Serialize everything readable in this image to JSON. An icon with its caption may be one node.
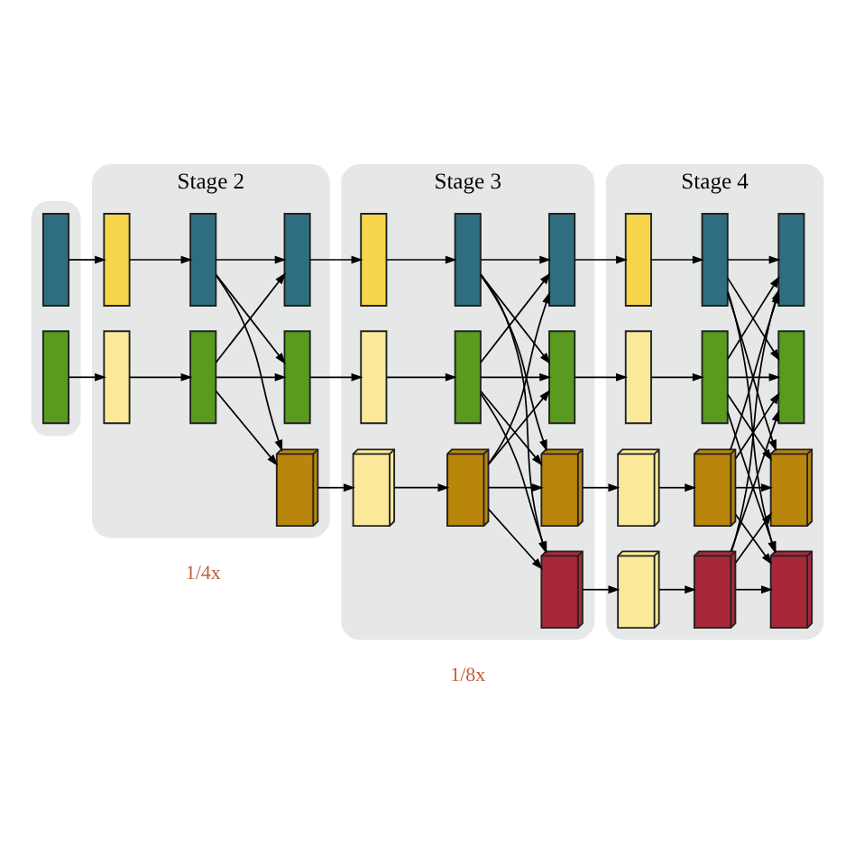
{
  "diagram": {
    "nodes": [
      {
        "text": [],
        "shape": "box"
      },
      {
        "text": [],
        "shape": "box",
        "in": 0
      },
      {
        "text": [],
        "shape": "box",
        "in": 0
      },
      {
        "text": [
          "Stage 2"
        ]
      },
      {
        "text": [],
        "shape": "box",
        "in": 3
      },
      {
        "text": [],
        "shape": "box",
        "in": 3
      },
      {
        "text": [],
        "shape": "box",
        "in": 3
      },
      {
        "text": [],
        "shape": "box",
        "in": 3
      },
      {
        "text": [],
        "shape": "box",
        "in": 3
      },
      {
        "text": [],
        "shape": "box",
        "in": 3
      },
      {
        "text": [],
        "shape": "cube",
        "in": 3
      },
      {
        "text": [
          "Stage 3"
        ]
      },
      {
        "text": [],
        "shape": "box",
        "in": 11
      },
      {
        "text": [],
        "shape": "box",
        "in": 11
      },
      {
        "text": [],
        "shape": "box",
        "in": 11
      },
      {
        "text": [],
        "shape": "box",
        "in": 11
      },
      {
        "text": [],
        "shape": "box",
        "in": 11
      },
      {
        "text": [],
        "shape": "box",
        "in": 11
      },
      {
        "text": [],
        "shape": "cube",
        "in": 11
      },
      {
        "text": [],
        "shape": "cube",
        "in": 11
      },
      {
        "text": [],
        "shape": "cube",
        "in": 11
      },
      {
        "text": [],
        "shape": "cube",
        "in": 11
      },
      {
        "text": [
          "Stage 4"
        ]
      },
      {
        "text": [],
        "shape": "box",
        "in": 22
      },
      {
        "text": [],
        "shape": "box",
        "in": 22
      },
      {
        "text": [],
        "shape": "box",
        "in": 22
      },
      {
        "text": [],
        "shape": "box",
        "in": 22
      },
      {
        "text": [],
        "shape": "box",
        "in": 22
      },
      {
        "text": [],
        "shape": "box",
        "in": 22
      },
      {
        "text": [],
        "shape": "cube",
        "in": 22
      },
      {
        "text": [],
        "shape": "cube",
        "in": 22
      },
      {
        "text": [],
        "shape": "cube",
        "in": 22
      },
      {
        "text": [],
        "shape": "cube",
        "in": 22
      },
      {
        "text": [],
        "shape": "cube",
        "in": 22
      },
      {
        "text": [],
        "shape": "cube",
        "in": 22
      }
    ],
    "edges": [
      {
        "from": 1,
        "to": 4,
        "arrow": "to"
      },
      {
        "from": 2,
        "to": 7,
        "arrow": "to"
      },
      {
        "from": 4,
        "to": 5,
        "arrow": "to"
      },
      {
        "from": 7,
        "to": 8,
        "arrow": "to"
      },
      {
        "from": 5,
        "to": 6,
        "arrow": "to"
      },
      {
        "from": 5,
        "to": 9,
        "arrow": "to"
      },
      {
        "from": 5,
        "to": 10,
        "arrow": "to"
      },
      {
        "from": 8,
        "to": 6,
        "arrow": "to"
      },
      {
        "from": 8,
        "to": 9,
        "arrow": "to"
      },
      {
        "from": 8,
        "to": 10,
        "arrow": "to"
      },
      {
        "from": 6,
        "to": 12,
        "arrow": "to"
      },
      {
        "from": 9,
        "to": 15,
        "arrow": "to"
      },
      {
        "from": 10,
        "to": 18,
        "arrow": "to"
      },
      {
        "from": 12,
        "to": 13,
        "arrow": "to"
      },
      {
        "from": 15,
        "to": 16,
        "arrow": "to"
      },
      {
        "from": 18,
        "to": 19,
        "arrow": "to"
      },
      {
        "from": 13,
        "to": 14,
        "arrow": "to"
      },
      {
        "from": 13,
        "to": 17,
        "arrow": "to"
      },
      {
        "from": 13,
        "to": 20,
        "arrow": "to"
      },
      {
        "from": 13,
        "to": 21,
        "arrow": "to"
      },
      {
        "from": 16,
        "to": 14,
        "arrow": "to"
      },
      {
        "from": 16,
        "to": 17,
        "arrow": "to"
      },
      {
        "from": 16,
        "to": 20,
        "arrow": "to"
      },
      {
        "from": 16,
        "to": 21,
        "arrow": "to"
      },
      {
        "from": 19,
        "to": 14,
        "arrow": "to"
      },
      {
        "from": 19,
        "to": 17,
        "arrow": "to"
      },
      {
        "from": 19,
        "to": 20,
        "arrow": "to"
      },
      {
        "from": 19,
        "to": 21,
        "arrow": "to"
      },
      {
        "from": 14,
        "to": 23,
        "arrow": "to"
      },
      {
        "from": 17,
        "to": 26,
        "arrow": "to"
      },
      {
        "from": 20,
        "to": 29,
        "arrow": "to"
      },
      {
        "from": 21,
        "to": 32,
        "arrow": "to"
      },
      {
        "from": 23,
        "to": 24,
        "arrow": "to"
      },
      {
        "from": 26,
        "to": 27,
        "arrow": "to"
      },
      {
        "from": 29,
        "to": 30,
        "arrow": "to"
      },
      {
        "from": 32,
        "to": 33,
        "arrow": "to"
      },
      {
        "from": 24,
        "to": 25,
        "arrow": "to"
      },
      {
        "from": 24,
        "to": 28,
        "arrow": "to"
      },
      {
        "from": 24,
        "to": 31,
        "arrow": "to"
      },
      {
        "from": 24,
        "to": 34,
        "arrow": "to"
      },
      {
        "from": 27,
        "to": 25,
        "arrow": "to"
      },
      {
        "from": 27,
        "to": 28,
        "arrow": "to"
      },
      {
        "from": 27,
        "to": 31,
        "arrow": "to"
      },
      {
        "from": 27,
        "to": 34,
        "arrow": "to"
      },
      {
        "from": 30,
        "to": 25,
        "arrow": "to"
      },
      {
        "from": 30,
        "to": 28,
        "arrow": "to"
      },
      {
        "from": 30,
        "to": 31,
        "arrow": "to"
      },
      {
        "from": 30,
        "to": 34,
        "arrow": "to"
      },
      {
        "from": 33,
        "to": 25,
        "arrow": "to"
      },
      {
        "from": 33,
        "to": 28,
        "arrow": "to"
      },
      {
        "from": 33,
        "to": 31,
        "arrow": "to"
      },
      {
        "from": 33,
        "to": 34,
        "arrow": "to"
      }
    ],
    "labels": [
      "1/4x",
      "1/8x"
    ]
  }
}
